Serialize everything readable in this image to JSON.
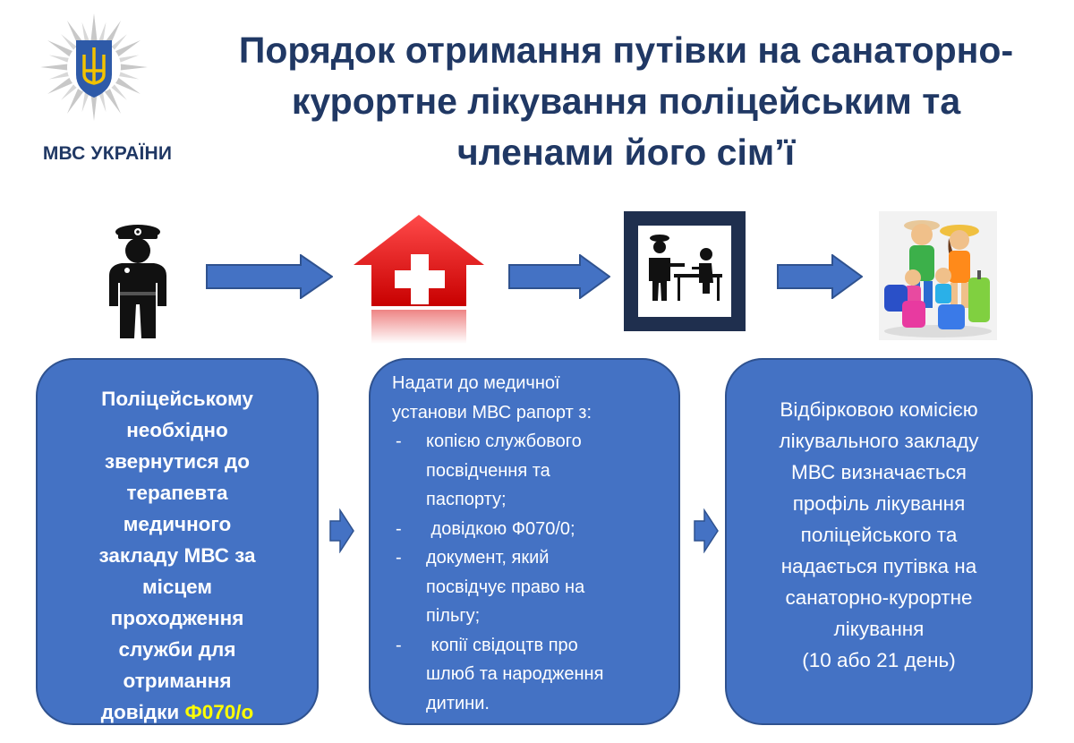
{
  "header": {
    "org_name": "МВС УКРАЇНИ",
    "title_lines": [
      "Порядок отримання путівки на санаторно-",
      "курортне лікування поліцейським та",
      "членами його сім’ї"
    ]
  },
  "steps": [
    {
      "icon": "police-officer-icon",
      "text_lines": [
        "Поліцейському",
        "необхідно",
        "звернутися до",
        "терапевта",
        "медичного",
        "закладу МВС за",
        "місцем",
        "проходження",
        "служби для",
        "отримання"
      ],
      "last_line_prefix": "довідки ",
      "last_line_highlight": "Ф070/о"
    },
    {
      "icon": "medical-house-icon",
      "intro_lines": [
        "Надати до медичної",
        "установи МВС рапорт з:"
      ],
      "bullet_marker": "-",
      "bullets": [
        [
          "копією службового",
          "посвідчення та",
          "паспорту;"
        ],
        [
          " довідкою Ф070/0;"
        ],
        [
          "документ, який",
          "посвідчує право на",
          "пільгу;"
        ],
        [
          " копії свідоцтв про",
          "шлюб та народження",
          "дитини."
        ]
      ]
    },
    {
      "icon": "commission-meeting-icon",
      "text_lines": [
        "Відбірковою комісією",
        "лікувального закладу",
        "МВС визначається",
        "профіль лікування",
        "поліцейського та",
        "надається путівка на",
        "санаторно-курортне",
        "лікування",
        "(10 або 21 день)"
      ]
    },
    {
      "icon": "family-vacation-icon"
    }
  ],
  "colors": {
    "title": "#203864",
    "box_fill": "#4472c4",
    "box_border": "#2f528f",
    "highlight": "#ffff00",
    "medical_red": "#e02020"
  }
}
